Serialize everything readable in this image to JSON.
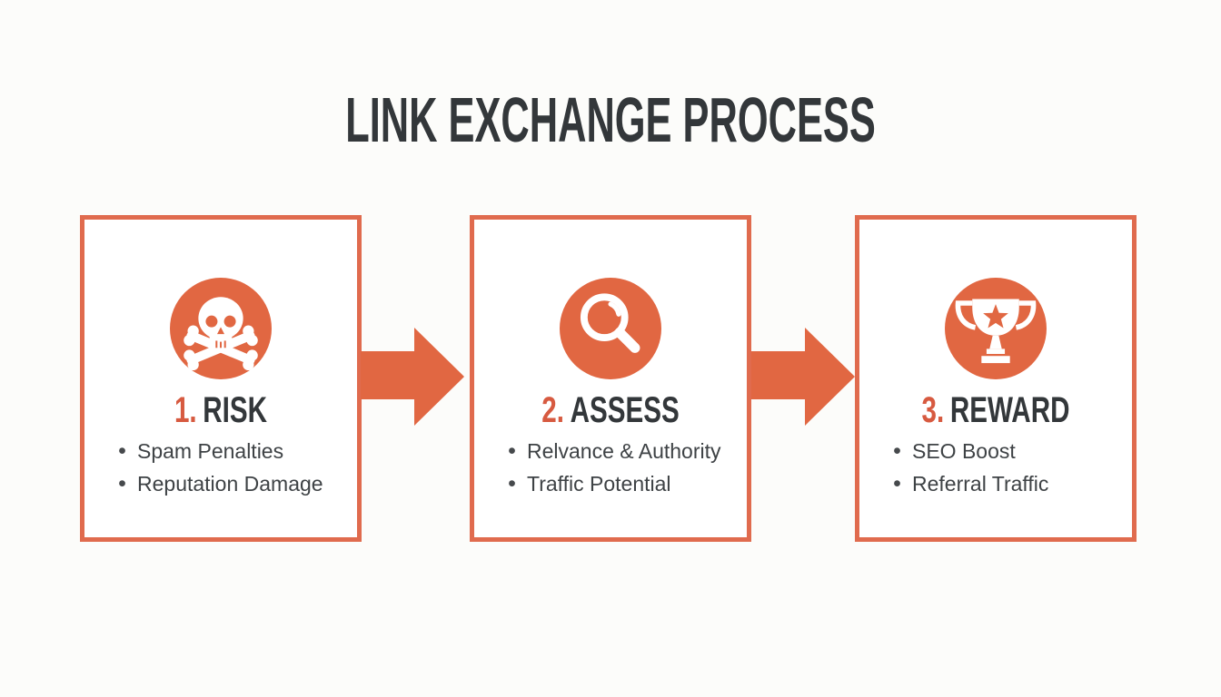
{
  "title": "LINK EXCHANGE PROCESS",
  "glyphs": {
    "bullet": "•"
  },
  "colors": {
    "accent_orange": "#E16742",
    "card_border_orange": "#E06B4E",
    "step_number_orange": "#D75A40",
    "heading_dark": "#33373A",
    "bullet_text_dark": "#3E4245",
    "card_background": "#FFFFFF",
    "page_background": "#FCFCFA"
  },
  "steps": [
    {
      "number": "1.",
      "label": "RISK",
      "icon": "skull-crossbones-icon",
      "bullets": [
        "Spam Penalties",
        "Reputation Damage"
      ]
    },
    {
      "number": "2.",
      "label": "ASSESS",
      "icon": "magnifying-glass-icon",
      "bullets": [
        "Relvance & Authority",
        "Traffic Potential"
      ]
    },
    {
      "number": "3.",
      "label": "REWARD",
      "icon": "trophy-icon",
      "bullets": [
        "SEO Boost",
        "Referral Traffic"
      ]
    }
  ]
}
